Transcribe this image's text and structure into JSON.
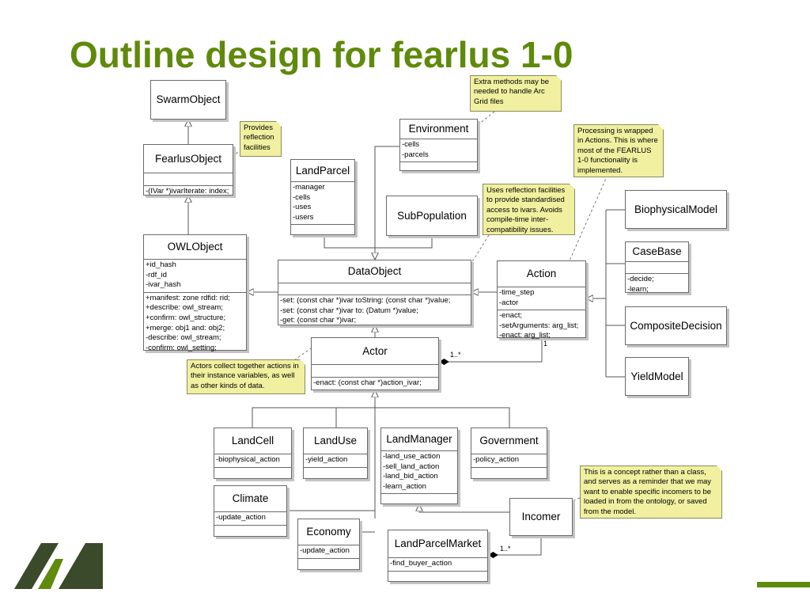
{
  "title": "Outline design for fearlus 1-0",
  "colors": {
    "title": "#5f8a0b",
    "note_fill": "#f0f0a0",
    "logo_dark": "#3a4a2a",
    "logo_green": "#5f8a0b"
  },
  "classes": {
    "swarmobject": {
      "name": "SwarmObject"
    },
    "fearlusobject": {
      "name": "FearlusObject",
      "methods": [
        "-(IVar *)ivarIterate: index;"
      ]
    },
    "owlobject": {
      "name": "OWLObject",
      "attributes": [
        "+id_hash",
        "-rdf_id",
        "-ivar_hash"
      ],
      "methods": [
        "+manifest: zone rdfid: rid;",
        "+describe: owl_stream;",
        "+confirm: owl_structure;",
        "+merge: obj1 and: obj2;",
        "-describe: owl_stream;",
        "-confirm: owl_setting;"
      ]
    },
    "environment": {
      "name": "Environment",
      "attributes": [
        "-cells",
        "-parcels"
      ]
    },
    "landparcel": {
      "name": "LandParcel",
      "attributes": [
        "-manager",
        "-cells",
        "-uses",
        "-users"
      ]
    },
    "subpopulation": {
      "name": "SubPopulation"
    },
    "dataobject": {
      "name": "DataObject",
      "methods": [
        "-set: (const char *)ivar toString: (const char *)value;",
        "-set: (const char *)ivar to: (Datum *)value;",
        "-get: (const char *)ivar;"
      ]
    },
    "action": {
      "name": "Action",
      "attributes": [
        "-time_step",
        "-actor"
      ],
      "methods": [
        "-enact;",
        "-setArguments: arg_list;",
        "-enact: arg_list;"
      ]
    },
    "biophysicalmodel": {
      "name": "BiophysicalModel"
    },
    "casebase": {
      "name": "CaseBase",
      "methods": [
        "-decide;",
        "-learn;"
      ]
    },
    "compositedecision": {
      "name": "CompositeDecision"
    },
    "yieldmodel": {
      "name": "YieldModel"
    },
    "actor": {
      "name": "Actor",
      "methods": [
        "-enact: (const char *)action_ivar;"
      ]
    },
    "landcell": {
      "name": "LandCell",
      "attributes": [
        "-biophysical_action"
      ]
    },
    "landuse": {
      "name": "LandUse",
      "attributes": [
        "-yield_action"
      ]
    },
    "landmanager": {
      "name": "LandManager",
      "attributes": [
        "-land_use_action",
        "-sell_land_action",
        "-land_bid_action",
        "-learn_action"
      ]
    },
    "government": {
      "name": "Government",
      "attributes": [
        "-policy_action"
      ]
    },
    "climate": {
      "name": "Climate",
      "attributes": [
        "-update_action"
      ]
    },
    "economy": {
      "name": "Economy",
      "attributes": [
        "-update_action"
      ]
    },
    "landparcelmarket": {
      "name": "LandParcelMarket",
      "attributes": [
        "-find_buyer_action"
      ]
    },
    "incomer": {
      "name": "Incomer"
    }
  },
  "notes": {
    "reflection": "Provides reflection facilities",
    "arcgrid": "Extra methods may be needed to handle Arc Grid files",
    "processing": "Processing is wrapped in Actions. This is where most of the FEARLUS 1-0 functionality is implemented.",
    "ivars": "Uses reflection facilities to provide standardised access to ivars. Avoids compile-time inter-compatibility issues.",
    "actors": "Actors collect together actions in their instance variables, as well as other kinds of data.",
    "incomer_note": "This is a concept rather than a class, and serves as a reminder that we may want to enable specific incomers to be loaded in from the ontology, or saved from the model."
  },
  "multiplicities": {
    "actor_action_many": "1..*",
    "actor_action_one": "1",
    "market_incomer_many": "1..*"
  }
}
